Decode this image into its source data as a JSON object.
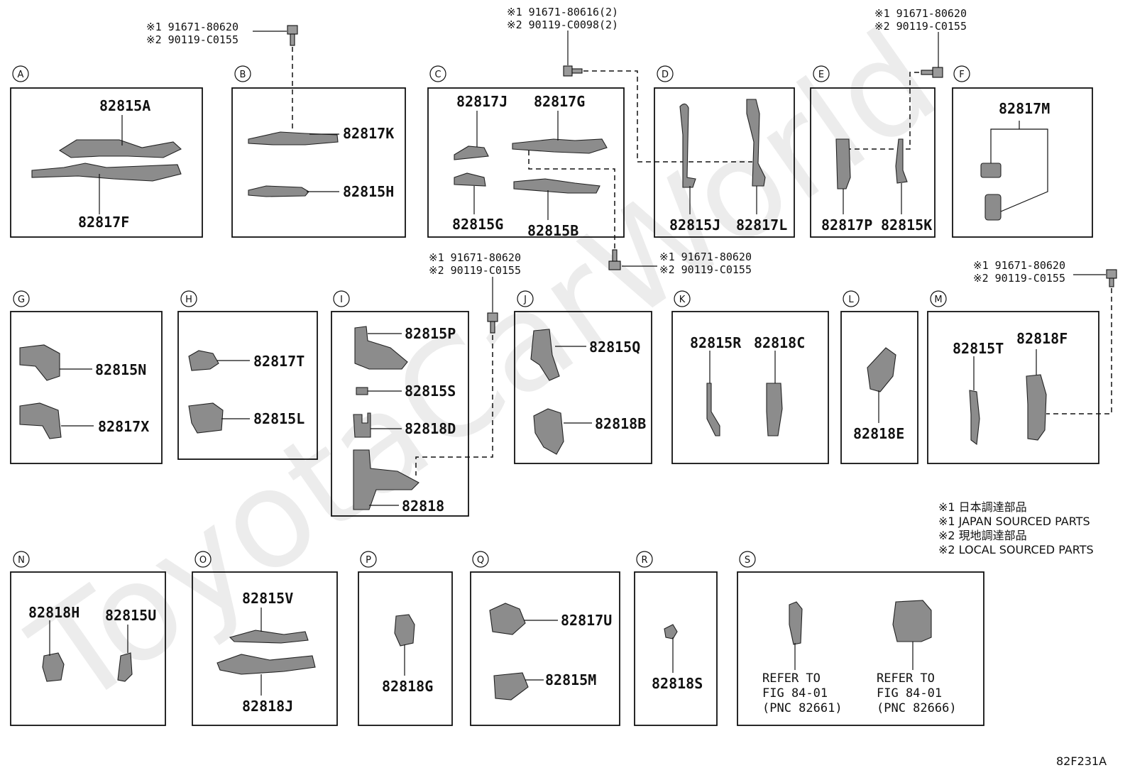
{
  "sections": [
    {
      "letter": "A",
      "parts": [
        "82815A",
        "82817F"
      ]
    },
    {
      "letter": "B",
      "parts": [
        "82817K",
        "82815H"
      ]
    },
    {
      "letter": "C",
      "parts": [
        "82817J",
        "82817G",
        "82815G",
        "82815B"
      ]
    },
    {
      "letter": "D",
      "parts": [
        "82815J",
        "82817L"
      ]
    },
    {
      "letter": "E",
      "parts": [
        "82817P",
        "82815K"
      ]
    },
    {
      "letter": "F",
      "parts": [
        "82817M"
      ]
    },
    {
      "letter": "G",
      "parts": [
        "82815N",
        "82817X"
      ]
    },
    {
      "letter": "H",
      "parts": [
        "82817T",
        "82815L"
      ]
    },
    {
      "letter": "I",
      "parts": [
        "82815P",
        "82815S",
        "82818D",
        "82818"
      ]
    },
    {
      "letter": "J",
      "parts": [
        "82815Q",
        "82818B"
      ]
    },
    {
      "letter": "K",
      "parts": [
        "82815R",
        "82818C"
      ]
    },
    {
      "letter": "L",
      "parts": [
        "82818E"
      ]
    },
    {
      "letter": "M",
      "parts": [
        "82815T",
        "82818F"
      ]
    },
    {
      "letter": "N",
      "parts": [
        "82818H",
        "82815U"
      ]
    },
    {
      "letter": "O",
      "parts": [
        "82815V",
        "82818J"
      ]
    },
    {
      "letter": "P",
      "parts": [
        "82818G"
      ]
    },
    {
      "letter": "Q",
      "parts": [
        "82817U",
        "82815M"
      ]
    },
    {
      "letter": "R",
      "parts": [
        "82818S"
      ]
    },
    {
      "letter": "S",
      "parts": []
    }
  ],
  "fasteners": [
    {
      "line1": "※1 91671-80620",
      "line2": "※2 90119-C0155"
    },
    {
      "line1": "※1 91671-80616(2)",
      "line2": "※2 90119-C0098(2)"
    },
    {
      "line1": "※1 91671-80620",
      "line2": "※2 90119-C0155"
    },
    {
      "line1": "※1 91671-80620",
      "line2": "※2 90119-C0155"
    },
    {
      "line1": "※1 91671-80620",
      "line2": "※2 90119-C0155"
    },
    {
      "line1": "※1 91671-80620",
      "line2": "※2 90119-C0155"
    }
  ],
  "refer_notes": [
    {
      "line1": "REFER TO",
      "line2": "FIG 84-01",
      "line3": "(PNC 82661)"
    },
    {
      "line1": "REFER TO",
      "line2": "FIG 84-01",
      "line3": "(PNC 82666)"
    }
  ],
  "legend": [
    "※1 日本調達部品",
    "※1 JAPAN SOURCED PARTS",
    "※2 現地調達部品",
    "※2 LOCAL SOURCED PARTS"
  ],
  "figure_id": "82F231A",
  "watermark": "ToyotaCarWorld"
}
